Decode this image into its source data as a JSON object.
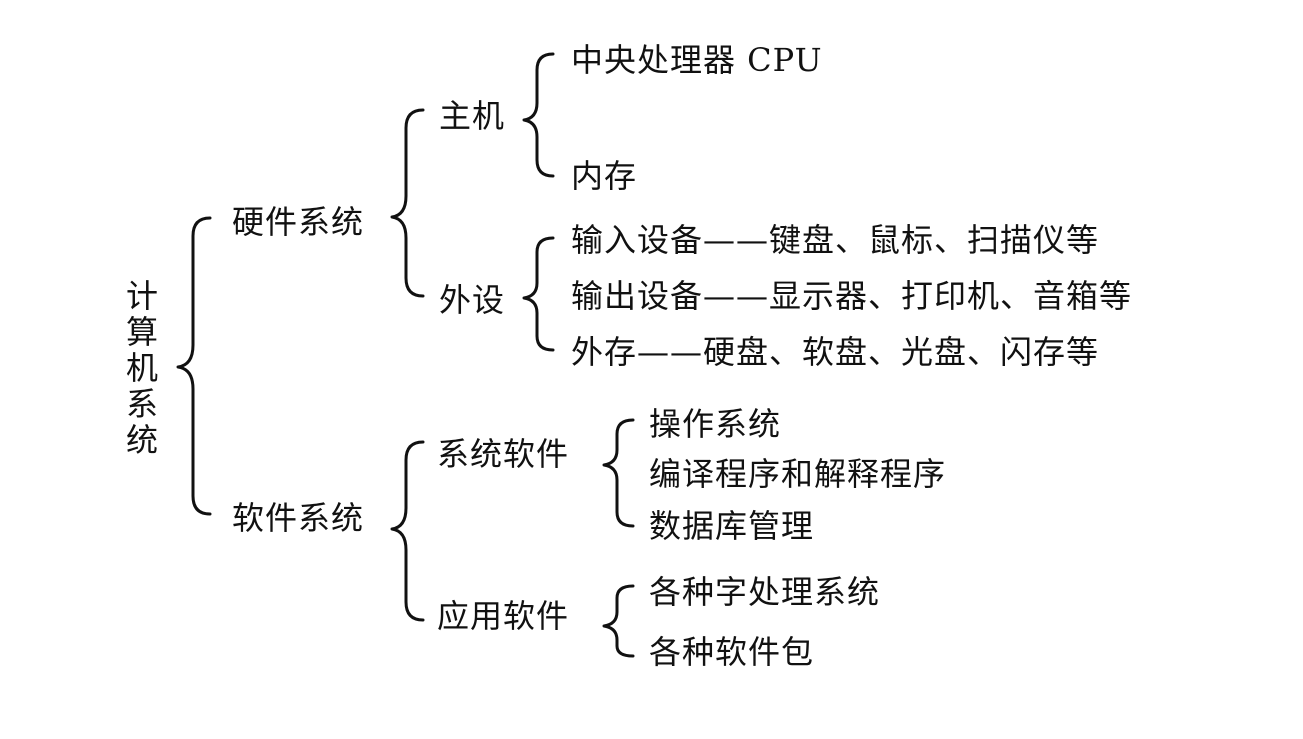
{
  "root": {
    "label": "计算机系统"
  },
  "hardware": {
    "label": "硬件系统",
    "host": {
      "label": "主机",
      "items": [
        "中央处理器 CPU",
        "内存"
      ]
    },
    "peripherals": {
      "label": "外设",
      "items": [
        "输入设备——键盘、鼠标、扫描仪等",
        "输出设备——显示器、打印机、音箱等",
        "外存——硬盘、软盘、光盘、闪存等"
      ]
    }
  },
  "software": {
    "label": "软件系统",
    "system_software": {
      "label": "系统软件",
      "items": [
        "操作系统",
        "编译程序和解释程序",
        "数据库管理"
      ]
    },
    "application_software": {
      "label": "应用软件",
      "items": [
        "各种字处理系统",
        "各种软件包"
      ]
    }
  }
}
